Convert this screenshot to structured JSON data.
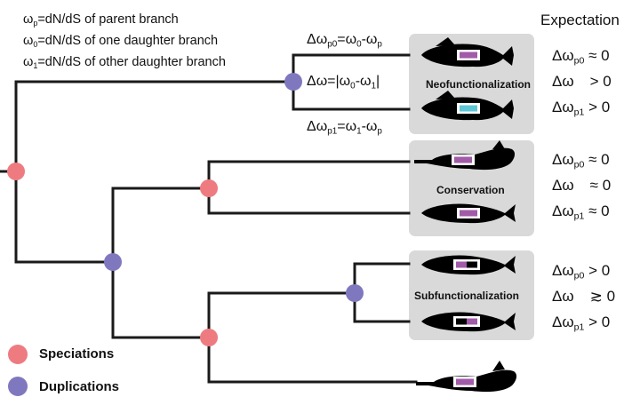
{
  "definitions": [
    {
      "symbol": "ω",
      "sub": "p",
      "text": "=dN/dS of parent branch"
    },
    {
      "symbol": "ω",
      "sub": "0",
      "text": "=dN/dS of one daughter branch"
    },
    {
      "symbol": "ω",
      "sub": "1",
      "text": "=dN/dS of other daughter branch"
    }
  ],
  "diff_labels": {
    "p0": {
      "lhs": "Δω",
      "lhs_sub": "p0",
      "eq": "=ω",
      "a_sub": "0",
      "minus": "-ω",
      "b_sub": "p"
    },
    "abs": {
      "text_a": "Δω=|ω",
      "a_sub": "0",
      "text_b": "-ω",
      "b_sub": "1",
      "text_c": "|"
    },
    "p1": {
      "lhs": "Δω",
      "lhs_sub": "p1",
      "eq": "=ω",
      "a_sub": "1",
      "minus": "-ω",
      "b_sub": "p"
    }
  },
  "groups": [
    {
      "label": "Neofunctionalization"
    },
    {
      "label": "Conservation"
    },
    {
      "label": "Subfunctionalization"
    }
  ],
  "expectation_title": "Expectation",
  "expectations": [
    {
      "sym": "Δω",
      "sub": "p0",
      "rel": "≈ 0"
    },
    {
      "sym": "Δω",
      "sub": "",
      "rel": "> 0"
    },
    {
      "sym": "Δω",
      "sub": "p1",
      "rel": "> 0"
    },
    {
      "sym": "Δω",
      "sub": "p0",
      "rel": "≈ 0"
    },
    {
      "sym": "Δω",
      "sub": "",
      "rel": "≈ 0"
    },
    {
      "sym": "Δω",
      "sub": "p1",
      "rel": "≈ 0"
    },
    {
      "sym": "Δω",
      "sub": "p0",
      "rel": "> 0"
    },
    {
      "sym": "Δω",
      "sub": "",
      "rel": "≳ 0"
    },
    {
      "sym": "Δω",
      "sub": "p1",
      "rel": "> 0"
    }
  ],
  "legend": [
    {
      "label": "Speciations",
      "color": "#ee7b80"
    },
    {
      "label": "Duplications",
      "color": "#7f78bf"
    }
  ],
  "colors": {
    "speciation": "#ee7b80",
    "duplication": "#7f78bf",
    "box": "#d9d9d9",
    "gene_purple": "#a15ba8",
    "gene_cyan": "#5cc6d6",
    "branch": "#1a1a1a"
  }
}
